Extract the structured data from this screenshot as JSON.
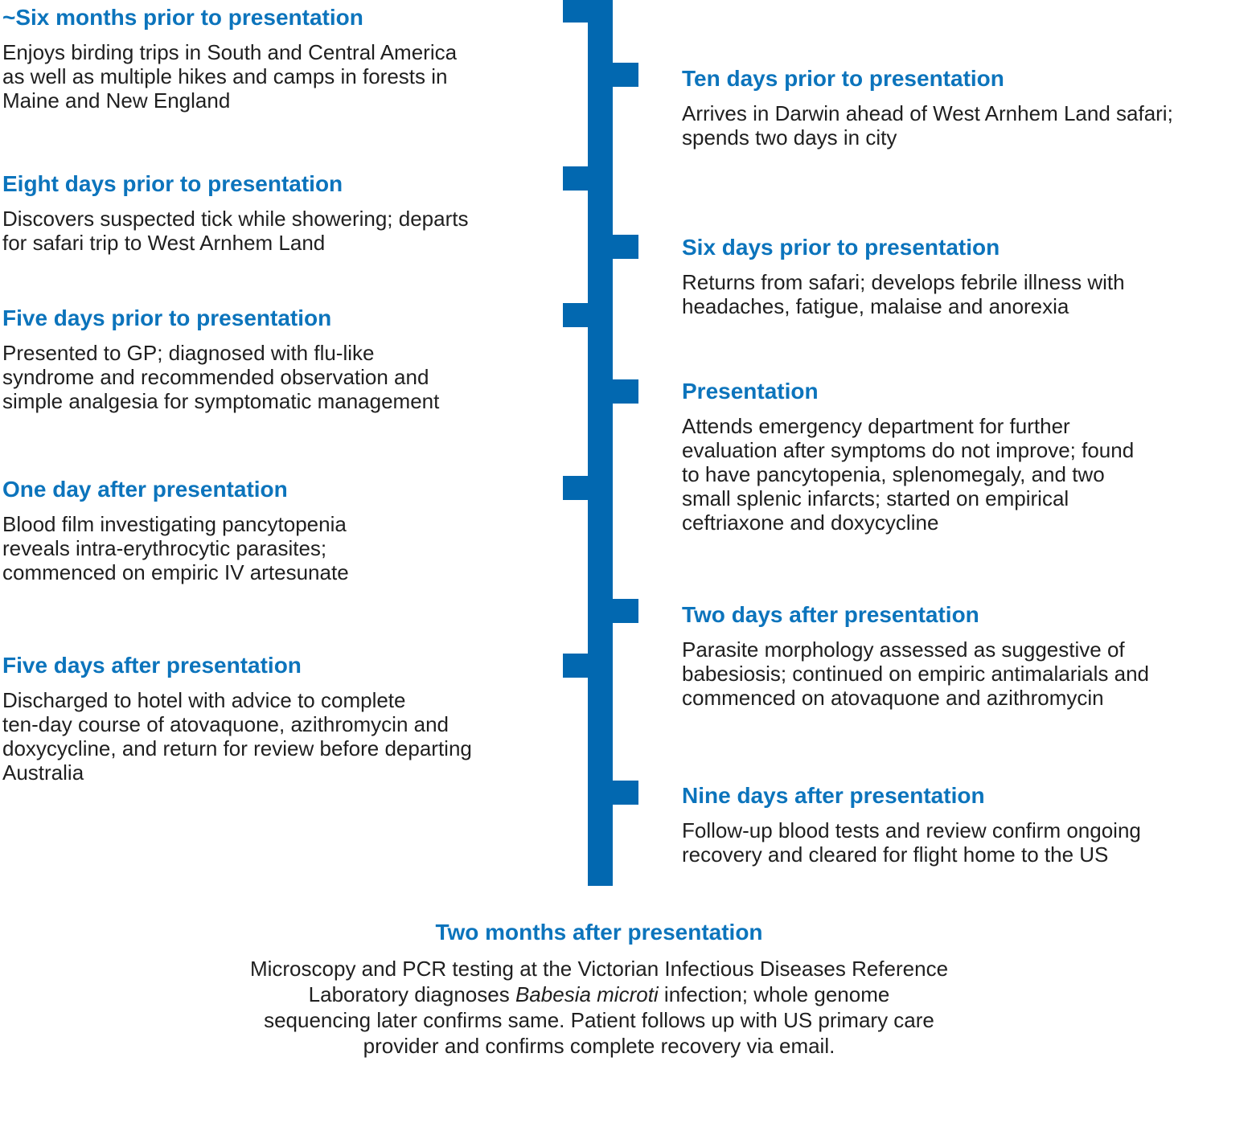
{
  "colors": {
    "timeline_bar": "#0268B0",
    "event_heading": "#0C74BC",
    "body_text": "#1F1F1F",
    "background": "#FFFFFF"
  },
  "left_events": [
    {
      "title": "~Six months prior to presentation",
      "body": "Enjoys birding trips in South and Central America\nas well as multiple hikes and camps in forests in\nMaine and New England"
    },
    {
      "title": "Eight days prior to presentation",
      "body": "Discovers suspected tick while showering; departs\nfor safari trip to West Arnhem Land"
    },
    {
      "title": "Five days prior to presentation",
      "body": "Presented to GP; diagnosed with flu-like\nsyndrome and recommended observation and\nsimple analgesia for symptomatic management"
    },
    {
      "title": "One day after presentation",
      "body": "Blood film investigating pancytopenia\nreveals intra-erythrocytic parasites;\ncommenced on empiric IV artesunate"
    },
    {
      "title": "Five days after presentation",
      "body": "Discharged to hotel with advice to complete\nten-day course of atovaquone, azithromycin and\ndoxycycline, and return for review before departing\nAustralia"
    }
  ],
  "right_events": [
    {
      "title": "Ten days prior to presentation",
      "body": "Arrives in Darwin ahead of West Arnhem Land safari;\nspends two days in city"
    },
    {
      "title": "Six days prior to presentation",
      "body": "Returns from safari; develops febrile illness with\nheadaches, fatigue, malaise and anorexia"
    },
    {
      "title": "Presentation",
      "body": "Attends emergency department for further\nevaluation after symptoms do not improve; found\nto have pancytopenia, splenomegaly, and two\nsmall splenic infarcts; started on empirical\nceftriaxone and doxycycline"
    },
    {
      "title": "Two days after presentation",
      "body": "Parasite morphology assessed as suggestive of\nbabesiosis; continued on empiric antimalarials and\ncommenced on atovaquone and azithromycin"
    },
    {
      "title": "Nine days after presentation",
      "body": "Follow-up blood tests and review confirm ongoing\nrecovery and cleared for flight home to the US"
    }
  ],
  "footer_event": {
    "title": "Two months after presentation",
    "body_before_italic": "Microscopy and PCR testing at the Victorian Infectious Diseases Reference\nLaboratory diagnoses ",
    "body_italic": "Babesia microti",
    "body_after_italic": " infection; whole genome\nsequencing later confirms same. Patient follows up with US primary care\nprovider and confirms complete recovery via email."
  }
}
